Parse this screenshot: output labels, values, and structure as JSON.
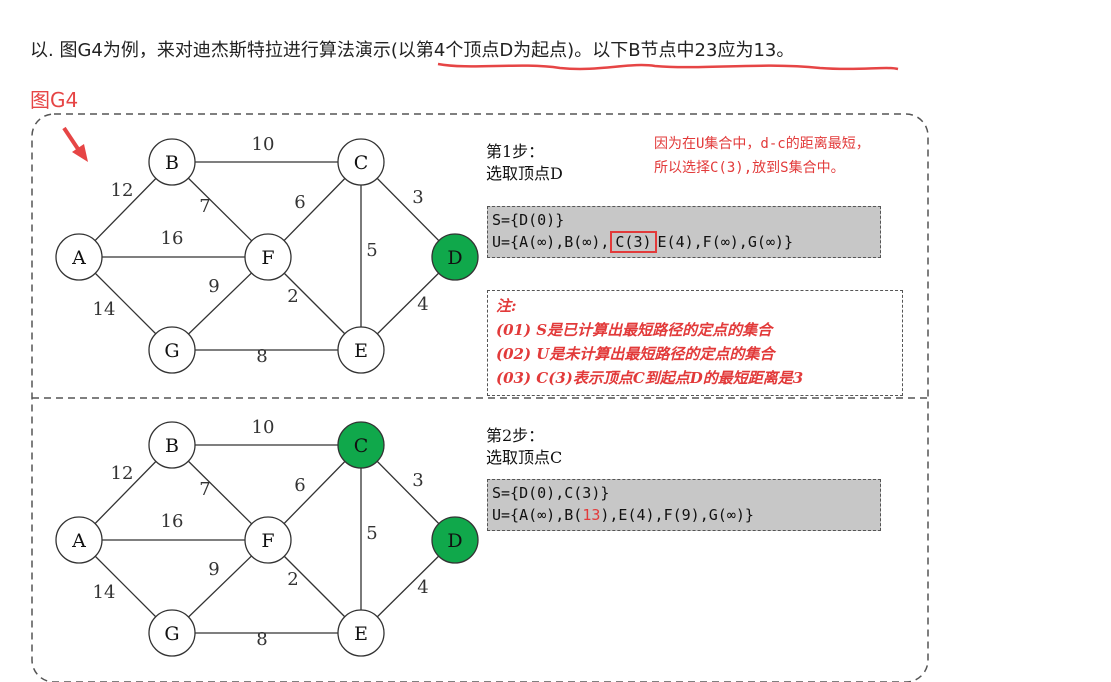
{
  "intro": {
    "prefix": "以.  图G4为例，来对迪杰斯特拉进行算法演示",
    "underlined": "(以第4个顶点D为起点)。",
    "suffix": "以下B节点中23应为13。"
  },
  "figure_label": "图G4",
  "graph": {
    "nodes": [
      "A",
      "B",
      "C",
      "D",
      "E",
      "F",
      "G"
    ],
    "edges": [
      {
        "from": "A",
        "to": "B",
        "weight": "12"
      },
      {
        "from": "A",
        "to": "F",
        "weight": "16"
      },
      {
        "from": "A",
        "to": "G",
        "weight": "14"
      },
      {
        "from": "B",
        "to": "C",
        "weight": "10"
      },
      {
        "from": "B",
        "to": "F",
        "weight": "7"
      },
      {
        "from": "C",
        "to": "F",
        "weight": "6"
      },
      {
        "from": "C",
        "to": "D",
        "weight": "3"
      },
      {
        "from": "C",
        "to": "E",
        "weight": "5"
      },
      {
        "from": "F",
        "to": "G",
        "weight": "9"
      },
      {
        "from": "F",
        "to": "E",
        "weight": "2"
      },
      {
        "from": "D",
        "to": "E",
        "weight": "4"
      },
      {
        "from": "G",
        "to": "E",
        "weight": "8"
      }
    ],
    "node_fill": "#ffffff",
    "selected_fill": "#10a84b",
    "stroke": "#333333"
  },
  "steps": [
    {
      "title": "第1步：",
      "subtitle": "选取顶点D",
      "selected_nodes": [
        "D"
      ],
      "s_set": "S={D(0)}",
      "u_prefix": "U={A(∞),B(∞),",
      "u_highlight": "C(3)",
      "u_suffix": "E(4),F(∞),G(∞)}"
    },
    {
      "title": "第2步：",
      "subtitle": "选取顶点C",
      "selected_nodes": [
        "C",
        "D"
      ],
      "s_set": "S={D(0),C(3)}",
      "u_prefix": "U={A(∞),B(",
      "u_highlight": "13",
      "u_suffix": "),E(4),F(9),G(∞)}"
    }
  ],
  "annotation": {
    "line1": "因为在U集合中，d-c的距离最短，",
    "line2": "所以选择C(3),放到S集合中。"
  },
  "note": {
    "title": "注:",
    "items": [
      "(01) S是已计算出最短路径的定点的集合",
      "(02) U是未计算出最短路径的定点的集合",
      "(03) C(3)表示顶点C到起点D的最短距离是3"
    ]
  },
  "colors": {
    "accent_red": "#e23a3a",
    "set_box_bg": "#c7c7c7",
    "selected_node": "#10a84b"
  }
}
